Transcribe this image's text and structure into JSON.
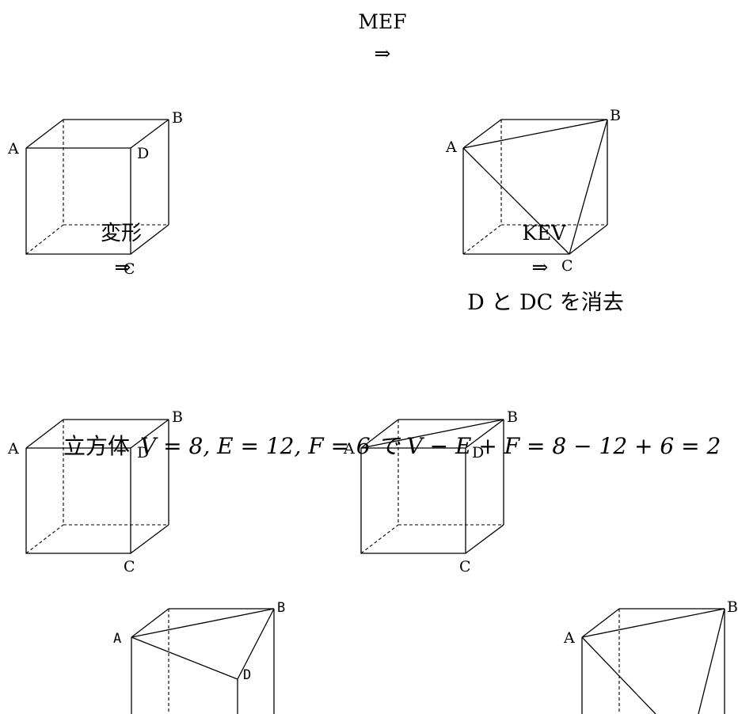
{
  "texts": {
    "top_operation": "MEF",
    "top_arrow": "⇒",
    "henkei": "変形",
    "henkei_arrow": "⇒",
    "kev": "KEV",
    "kev_arrow": "⇒",
    "caption_delete": "D と DC を消去",
    "formula_prefix": "立方体",
    "formula_rest": "V = 8,  E = 12,  F = 6 で V − E + F = 8 − 12 + 6 = 2"
  },
  "vertex_labels": {
    "A": "A",
    "B": "B",
    "C": "C",
    "D": "D"
  }
}
